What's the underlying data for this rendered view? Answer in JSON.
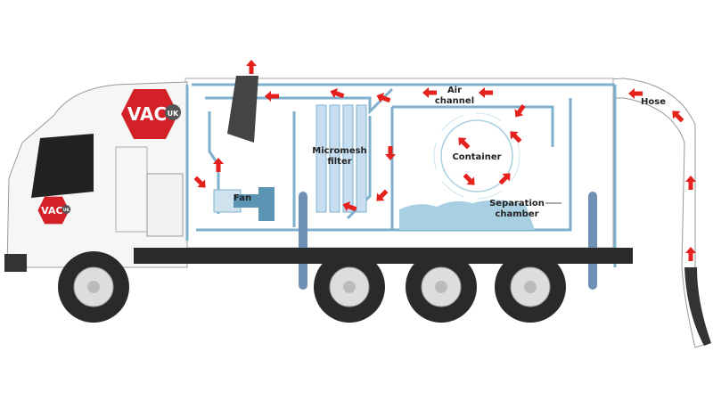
{
  "brand": {
    "name": "VAC",
    "suffix": "UK",
    "red": "#d42027",
    "grey": "#555555"
  },
  "labels": {
    "fan": "Fan",
    "filter_line1": "Micromesh",
    "filter_line2": "filter",
    "air_line1": "Air",
    "air_line2": "channel",
    "container": "Container",
    "separation_line1": "Separation",
    "separation_line2": "chamber",
    "hose": "Hose"
  },
  "colors": {
    "airflow_arrow": "#e5211d",
    "duct": "#7fb1cf",
    "material": "#a9cfe2",
    "chassis": "#2b2b2b"
  }
}
